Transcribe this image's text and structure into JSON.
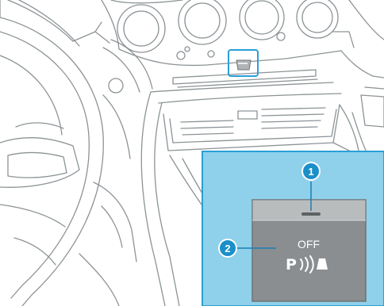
{
  "colors": {
    "line": "#8c9396",
    "background": "#ffffff",
    "accent": "#2a9fd6",
    "inset_bg": "#8fd0ea",
    "button_face": "#8a8e90",
    "button_top": "#b9bcbd",
    "callout_fill": "#1a8fca",
    "text_on_button": "#ffffff"
  },
  "callouts": [
    {
      "number": "1",
      "target": "parking-assist-indicator-lamp"
    },
    {
      "number": "2",
      "target": "parking-assist-off-button"
    }
  ],
  "button": {
    "off_label": "OFF",
    "p_symbol": "P"
  },
  "icons": {
    "indicator": "indicator-lamp-icon",
    "parking_sensor": "parking-sensor-waves-icon"
  }
}
